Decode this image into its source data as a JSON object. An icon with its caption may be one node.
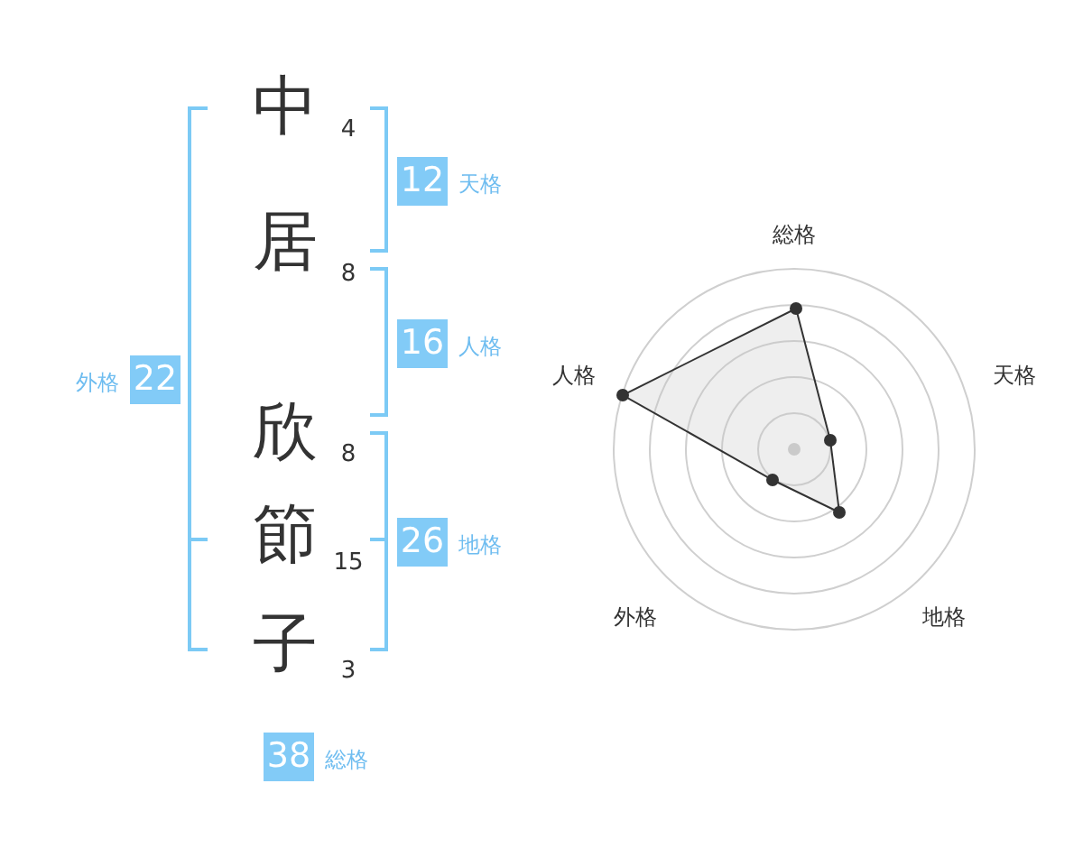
{
  "diagram": {
    "nodes": [
      {
        "text": [
          "12"
        ],
        "beside": [
          "天格"
        ]
      },
      {
        "text": [
          "16"
        ],
        "beside": [
          "人格"
        ]
      },
      {
        "text": [
          "22"
        ],
        "beside": [
          "外格"
        ]
      },
      {
        "text": [
          "26"
        ],
        "beside": [
          "地格"
        ]
      },
      {
        "text": [
          "38"
        ],
        "beside": [
          "総格"
        ]
      }
    ],
    "labels": [
      "中",
      "4",
      "居",
      "8",
      "欣",
      "8",
      "節",
      "15",
      "子",
      "3",
      "総格",
      "天格",
      "人格",
      "外格",
      "地格"
    ]
  }
}
